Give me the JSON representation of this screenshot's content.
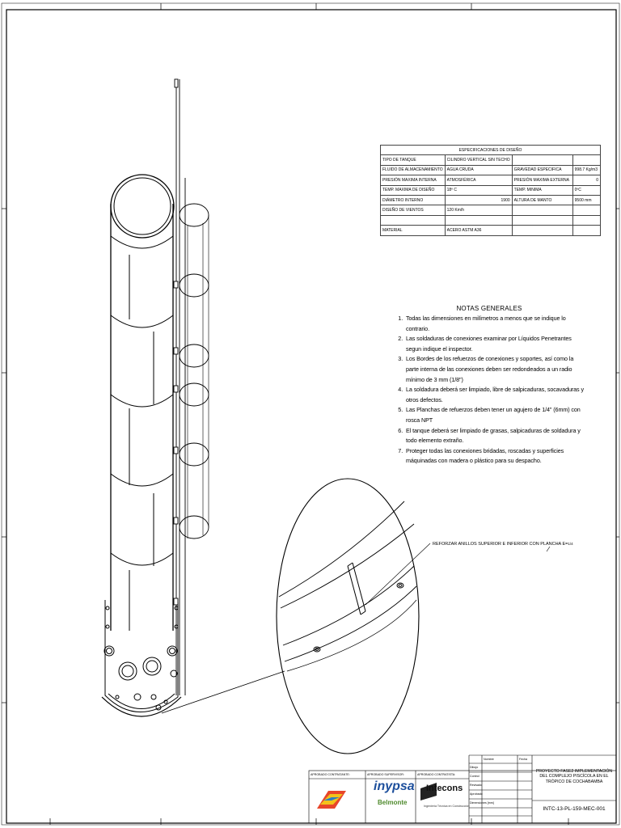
{
  "spec_table": {
    "title": "ESPECIFICACIONES DE DISEÑO",
    "rows": [
      [
        "TIPO DE TANQUE",
        "CILINDRO VERTICAL SIN TECHO",
        "",
        ""
      ],
      [
        "FLUIDO DE ALMACENAMIENTO",
        "AGUA CRUDA",
        "GRAVEDAD ESPECIFICA",
        "998.7 Kg/m3"
      ],
      [
        "PRESIÓN MAXIMA INTERNA",
        "ATMOSFÉRICA",
        "PRESIÓN MAXIMA EXTERNA",
        "0"
      ],
      [
        "TEMP. MAXIMA DE DISEÑO",
        "18º C",
        "TEMP. MINIMA",
        "0ºC"
      ],
      [
        "DIÁMETRO INTERNO",
        "1900",
        "ALTURA DE MANTO",
        "9500 mm"
      ],
      [
        "DISEÑO DE VIENTOS",
        "120 Km/h",
        "",
        ""
      ],
      [
        "",
        "",
        "",
        ""
      ],
      [
        "MATERIAL",
        "ACERO ASTM A36",
        "",
        ""
      ]
    ]
  },
  "notes": {
    "title": "NOTAS GENERALES",
    "items": [
      "Todas las dimensiones en milímetros a menos que se indique lo contrario.",
      "Las soldaduras de conexiones examinar por Líquidos Penetrantes segun indique el inspector.",
      "Los Bordes de los refuerzos de conexiones y soportes, así como la parte interna de las conexiones deben ser redondeados a un radio mínimo de 3 mm (1/8\")",
      "La soldadura deberá ser limpiado, libre de salpicaduras, socavaduras y otros defectos.",
      "Las Planchas de refuerzos deben tener un agujero de 1/4\" (6mm) con rosca NPT",
      "El tanque deberá ser limpiado de grasas, salpicaduras de soldadura y todo elemento extraño.",
      "Proteger todas las conexiones bridadas, roscadas y superficies máquinadas con madera o plástico para su despacho."
    ]
  },
  "callout": "REFORZAR ANILLOS SUPERIOR E INFERIOR CON PLANCHA E=",
  "callout_fraction": "1/4",
  "title_block": {
    "approve_contractor": "APROBADO CONTRATANTE:",
    "approve_supervisor": "APROBADO SUPERVISOR:",
    "approve_contractor2": "APROBADO CONTRATISTA:",
    "logo_inypsa": "inypsa",
    "logo_belmonte": "Belmonte",
    "logo_intecons": "Intecons",
    "intecons_tagline": "Ingeniería Técnica en Construcción",
    "col_nombre": "Nombre",
    "col_fecha": "Fecha",
    "row_dibujo": "Dibujo",
    "row_control": "Control",
    "row_revisado": "Revisado",
    "row_aprobado": "Aprobado",
    "row_dimensiones": "Dimensiones [mm]",
    "project": "PROYECTO FASE2 IMPLEMENTACIÓN DEL COMPLEJO PISCÍCOLA EN EL TRÓPICO DE COCHABAMBA",
    "drawing_no": "INTC-13-PL-159-MEC-001"
  }
}
